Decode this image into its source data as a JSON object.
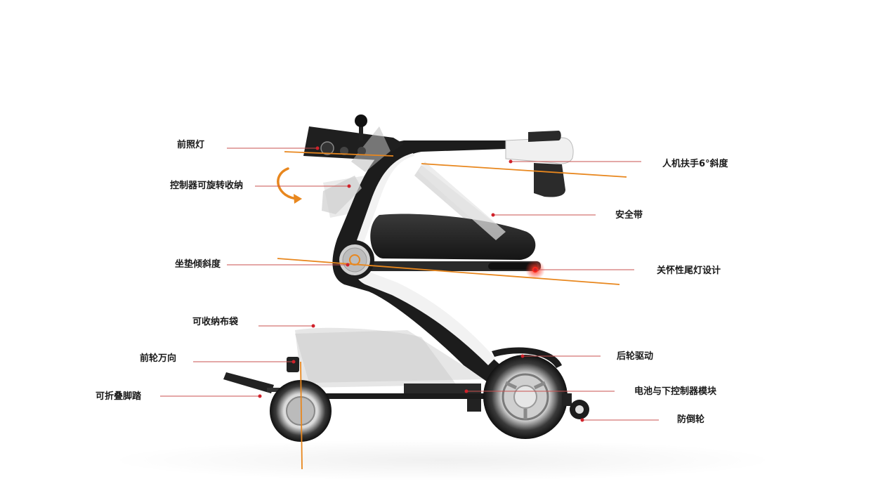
{
  "callouts": {
    "headlight": "前照灯",
    "controller_rotate": "控制器可旋转收纳",
    "seat_tilt": "坐垫倾斜度",
    "storage_bag": "可收纳布袋",
    "front_wheel_steer": "前轮万向",
    "foldable_pedal": "可折叠脚踏",
    "armrest_tilt": "人机扶手6°斜度",
    "seat_belt": "安全带",
    "tail_light": "关怀性尾灯设计",
    "rear_drive": "后轮驱动",
    "battery_module": "电池与下控制器模块",
    "anti_tip": "防倒轮"
  },
  "colors": {
    "accent_orange": "#e8871e",
    "leader_line": "#c9504f",
    "dot_red": "#d0212a",
    "frame_black": "#1c1c1c",
    "frame_white": "#f2f2f2",
    "seat_fabric": "#2b2b2b",
    "tail_light_red": "#ff2a1a"
  },
  "icons": {
    "rotate_arrow": "curved-arrow-icon",
    "hub_logo": "wheelchair-logo-icon"
  }
}
